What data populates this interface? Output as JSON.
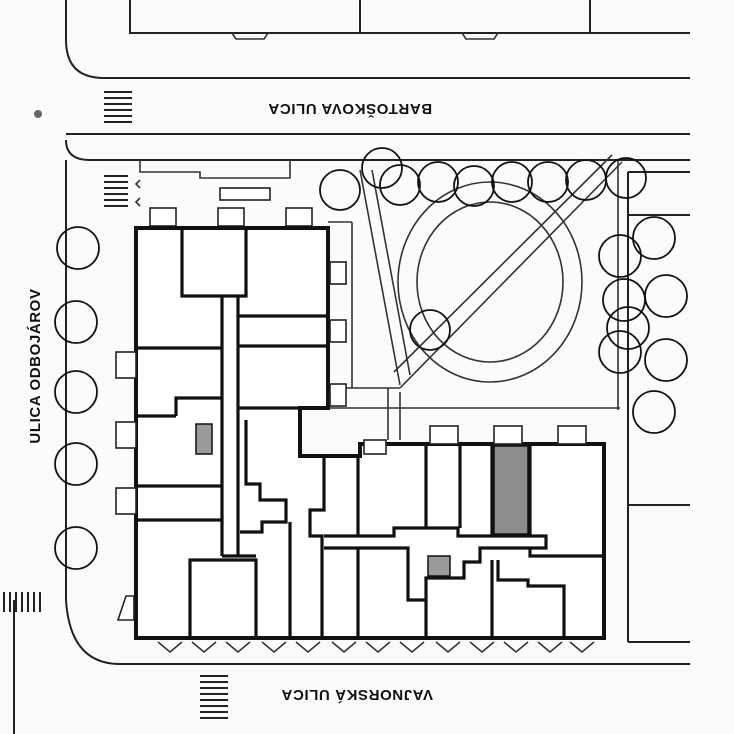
{
  "streets": {
    "top": "BARTOŠKOVA ULICA",
    "bottom": "VAJNORSKÁ ULICA",
    "left": "ULICA ODBOJÁROV"
  },
  "colors": {
    "line": "#111111",
    "paper": "#fbfbf9",
    "hatch": "#8c8c8c"
  }
}
